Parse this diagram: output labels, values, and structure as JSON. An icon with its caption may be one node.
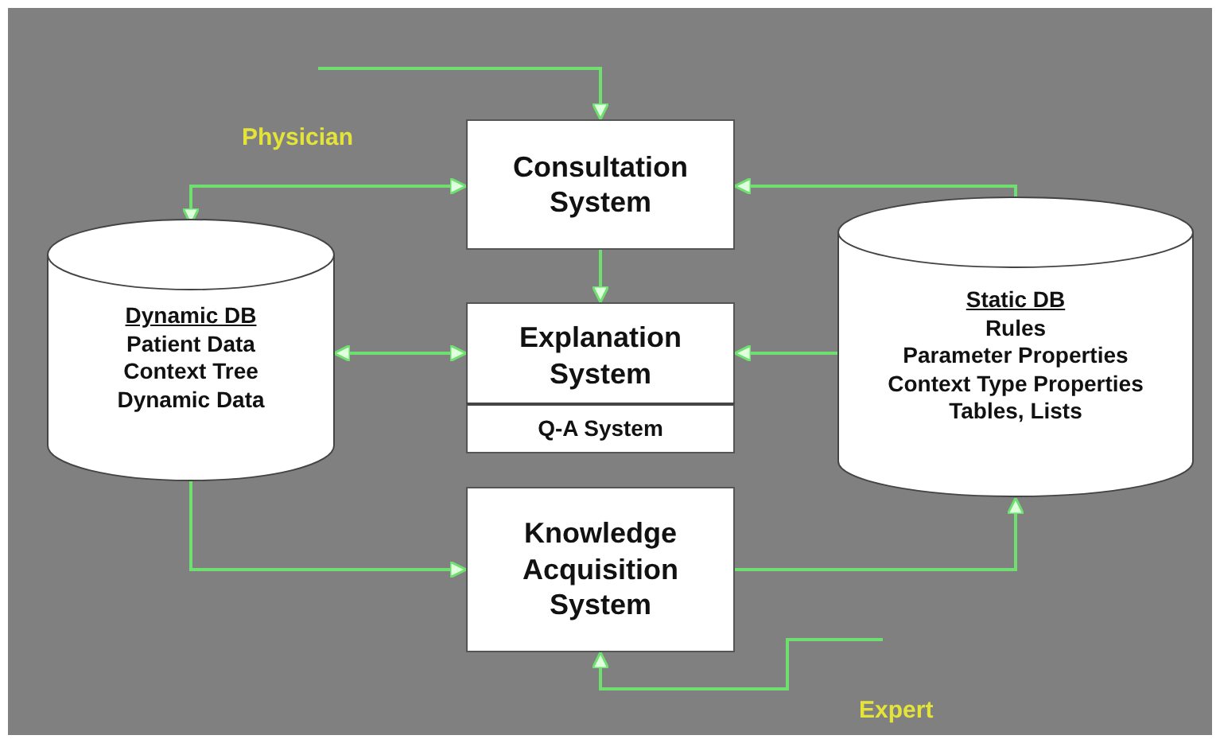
{
  "diagram": {
    "nodes": [
      {
        "text": [
          "Consultation System"
        ]
      },
      {
        "text": [
          "Dynamic DB",
          "Patient Data",
          "Context Tree",
          "Dynamic Data"
        ]
      },
      {
        "text": [
          "Explanation System"
        ]
      },
      {
        "text": [
          "Q-A System"
        ],
        "in": 2
      },
      {
        "text": [
          "Knowledge Acquisition System"
        ]
      },
      {
        "text": [
          "Static DB",
          "Rules",
          "Parameter Properties",
          "Context Type Properties",
          "Tables, Lists"
        ]
      }
    ],
    "edges": [
      {
        "from": null,
        "to": 0,
        "arrow": "to"
      },
      {
        "from": 0,
        "to": 1,
        "arrow": "both"
      },
      {
        "from": 0,
        "to": 2,
        "arrow": "to"
      },
      {
        "from": 5,
        "to": 0,
        "arrow": "to"
      },
      {
        "from": 1,
        "to": 2,
        "arrow": "both"
      },
      {
        "from": 5,
        "to": 2,
        "arrow": "to"
      },
      {
        "from": 1,
        "to": 4,
        "arrow": "to"
      },
      {
        "from": 4,
        "to": 5,
        "arrow": "to"
      },
      {
        "from": null,
        "to": 4,
        "arrow": "to"
      }
    ],
    "labels": [
      "Physician",
      "Expert"
    ]
  }
}
